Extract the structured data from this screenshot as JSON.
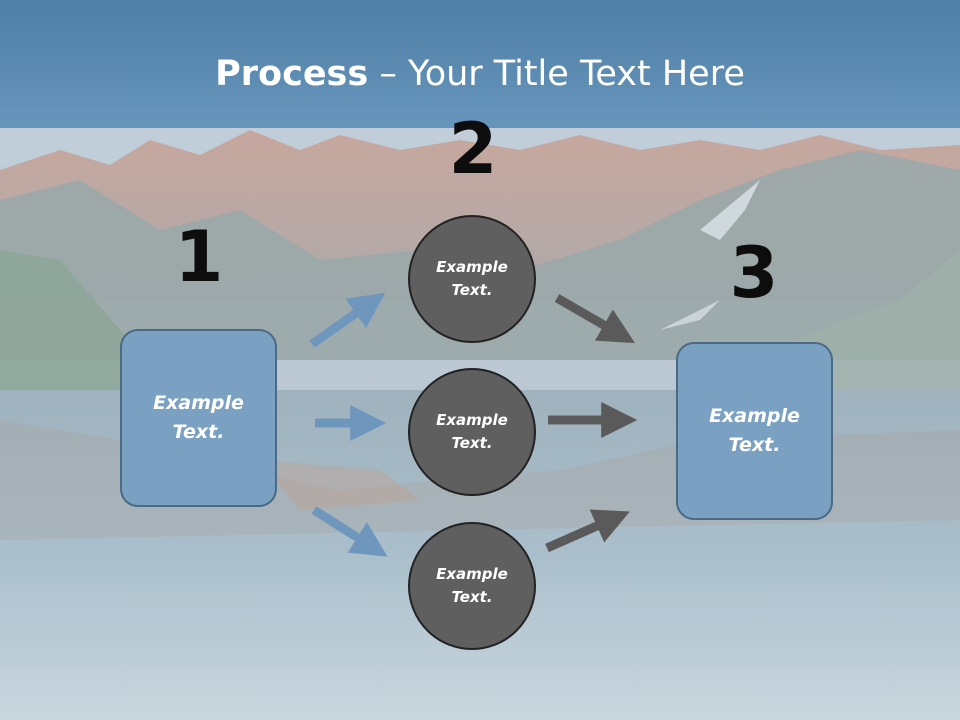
{
  "title": {
    "bold": "Process",
    "rest": " – Your Title Text Here"
  },
  "steps": {
    "one": "1",
    "two": "2",
    "three": "3"
  },
  "left_box": {
    "line1": "Example",
    "line2": "Text."
  },
  "right_box": {
    "line1": "Example",
    "line2": "Text."
  },
  "circles": [
    {
      "line1": "Example",
      "line2": "Text."
    },
    {
      "line1": "Example",
      "line2": "Text."
    },
    {
      "line1": "Example",
      "line2": "Text."
    }
  ],
  "colors": {
    "box": "#7aa0c2",
    "circle": "#5f5f5f",
    "arrow_in": "#6f97bd",
    "arrow_out": "#5a5a5a",
    "title_bar": "#5d8db5"
  }
}
